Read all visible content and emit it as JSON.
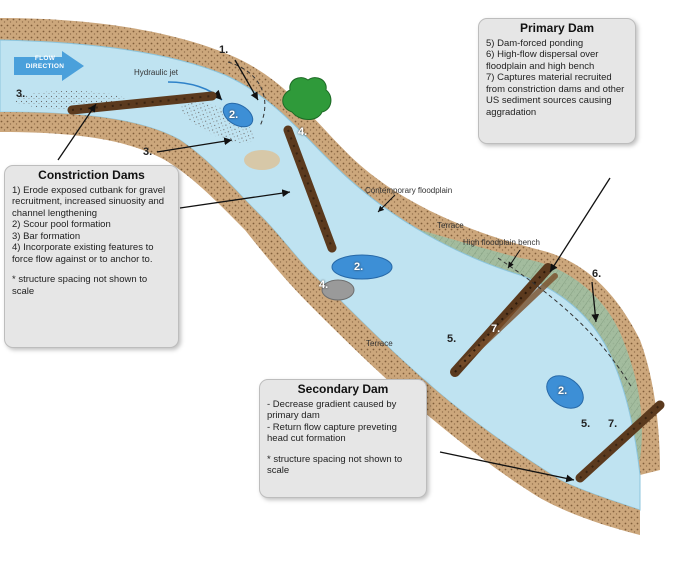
{
  "flow_direction_label": "FLOW DIRECTION",
  "labels": {
    "hydraulic_jet": "Hydraulic jet",
    "contemporary_floodplain": "Contemporary floodplain",
    "terrace_upper": "Terrace",
    "high_floodplain_bench": "High floodplain bench",
    "terrace_lower": "Terrace"
  },
  "markers": {
    "m1": "1.",
    "m2a": "2.",
    "m2b": "2.",
    "m2c": "2.",
    "m3a": "3.",
    "m3b": "3.",
    "m4a": "4.",
    "m4b": "4.",
    "m5a": "5.",
    "m5b": "5.",
    "m6": "6.",
    "m7a": "7.",
    "m7b": "7."
  },
  "primary_dam": {
    "title": "Primary Dam",
    "items": [
      "5) Dam-forced ponding",
      "6) High-flow dispersal over floodplain and high bench",
      "7) Captures material recruited from constriction dams and other US sediment sources causing aggradation"
    ]
  },
  "constriction_dams": {
    "title": "Constriction Dams",
    "items": [
      "1) Erode exposed cutbank for gravel recruitment, increased sinuosity and channel lengthening",
      "2) Scour pool formation",
      "3) Bar formation",
      "4) Incorporate existing features to force flow against or to anchor to."
    ],
    "note": "* structure spacing not shown to scale"
  },
  "secondary_dam": {
    "title": "Secondary Dam",
    "items": [
      "- Decrease gradient caused by primary dam",
      "- Return flow capture preveting head cut formation"
    ],
    "note": "* structure spacing not shown to scale"
  },
  "colors": {
    "water": "#bfe3f1",
    "water_edge": "#8cc5dd",
    "pool": "#3d8fd6",
    "bank": "#c49a6c",
    "bank_dark": "#9b6d3e",
    "floodplain": "#8fb79b",
    "tree": "#2f9a3a",
    "log": "#5b3a1e",
    "box_bg": "#e6e6e6",
    "flow_arrow": "#4aa0db"
  },
  "icons": [
    "flow-arrow-icon",
    "tree-icon",
    "boulder-icon",
    "log-structure-icon"
  ]
}
